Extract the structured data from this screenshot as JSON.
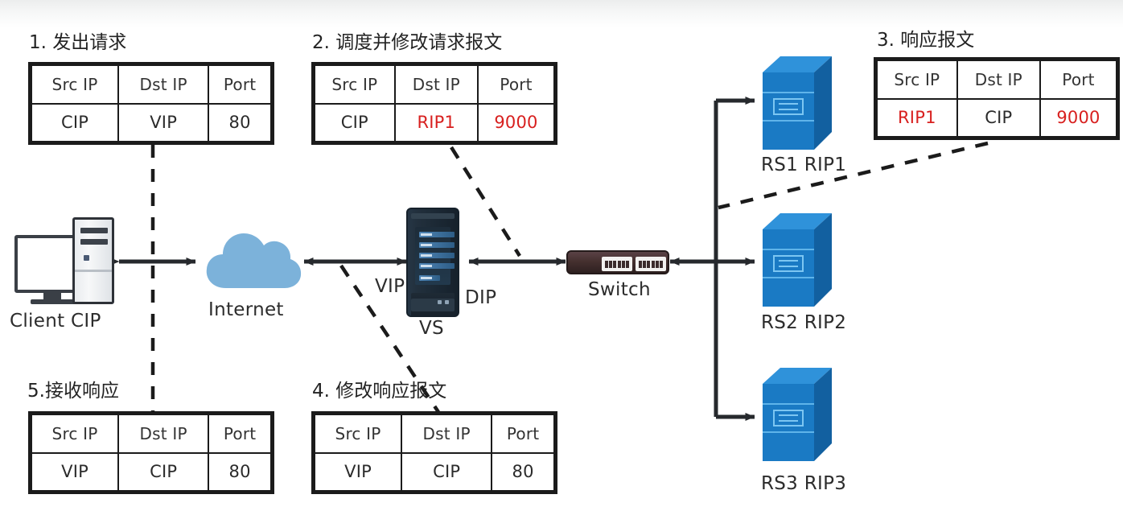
{
  "diagram": {
    "title": "LVS NAT mode request/response flow",
    "colors": {
      "line": "#1b1b1b",
      "red_text": "#d8201f",
      "cloud_blue": "#7cb2da",
      "server_blue": "#1a7ac4",
      "server_blue_dark": "#1260a0",
      "server_blue_light": "#2f92da",
      "vs_dark": "#1b2834",
      "switch_brown": "#45302f"
    }
  },
  "tables": [
    {
      "id": "t1",
      "title": "1. 发出请求",
      "headers": [
        "Src IP",
        "Dst IP",
        "Port"
      ],
      "values": [
        "CIP",
        "VIP",
        "80"
      ],
      "highlight": [
        false,
        false,
        false
      ]
    },
    {
      "id": "t2",
      "title": "2. 调度并修改请求报文",
      "headers": [
        "Src IP",
        "Dst IP",
        "Port"
      ],
      "values": [
        "CIP",
        "RIP1",
        "9000"
      ],
      "highlight": [
        false,
        true,
        true
      ]
    },
    {
      "id": "t3",
      "title": "3. 响应报文",
      "headers": [
        "Src IP",
        "Dst IP",
        "Port"
      ],
      "values": [
        "RIP1",
        "CIP",
        "9000"
      ],
      "highlight": [
        true,
        false,
        true
      ]
    },
    {
      "id": "t4",
      "title": "4. 修改响应报文",
      "headers": [
        "Src IP",
        "Dst IP",
        "Port"
      ],
      "values": [
        "VIP",
        "CIP",
        "80"
      ],
      "highlight": [
        false,
        false,
        false
      ]
    },
    {
      "id": "t5",
      "title": "5.接收响应",
      "headers": [
        "Src IP",
        "Dst IP",
        "Port"
      ],
      "values": [
        "VIP",
        "CIP",
        "80"
      ],
      "highlight": [
        false,
        false,
        false
      ]
    }
  ],
  "nodes": {
    "client": {
      "label": "Client CIP",
      "icon": "desktop-computer-icon"
    },
    "internet": {
      "label": "Internet",
      "icon": "cloud-icon"
    },
    "vs": {
      "label": "VS",
      "icon": "server-rack-icon",
      "left_label": "VIP",
      "right_label": "DIP"
    },
    "switch": {
      "label": "Switch",
      "icon": "network-switch-icon"
    },
    "real_servers": [
      {
        "label": "RS1 RIP1",
        "icon": "server-box-icon"
      },
      {
        "label": "RS2 RIP2",
        "icon": "server-box-icon"
      },
      {
        "label": "RS3 RIP3",
        "icon": "server-box-icon"
      }
    ]
  }
}
